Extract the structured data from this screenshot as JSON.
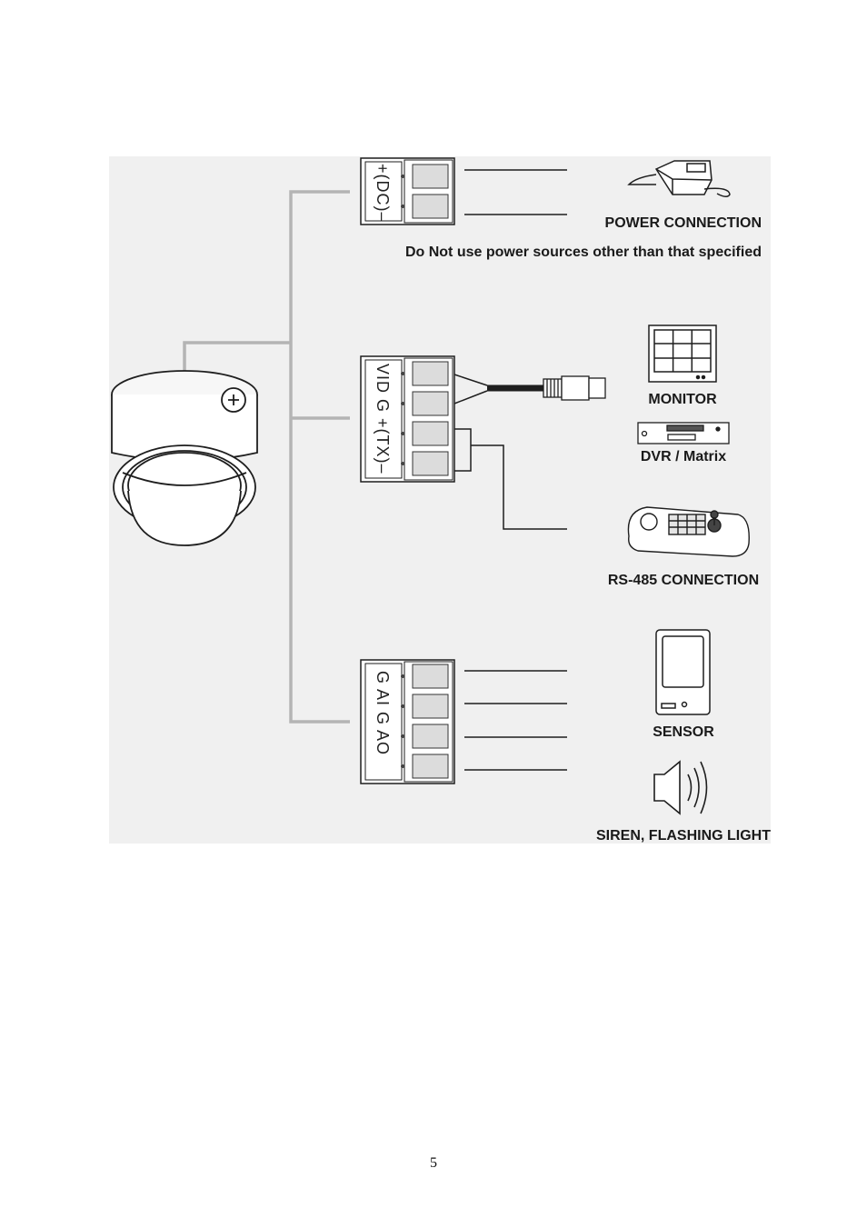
{
  "diagram": {
    "power": {
      "label": "POWER CONNECTION",
      "warning": "Do Not use power sources other than that specified",
      "terminal_text": "+(DC)–"
    },
    "video": {
      "terminal_text": "VID G +(TX)–",
      "monitor_label": "MONITOR",
      "dvr_label": "DVR / Matrix",
      "rs485_label": "RS-485 CONNECTION"
    },
    "alarm": {
      "terminal_text": "G AI G AO",
      "sensor_label": "SENSOR",
      "siren_label": "SIREN, FLASHING LIGHT"
    }
  },
  "page_number": "5"
}
